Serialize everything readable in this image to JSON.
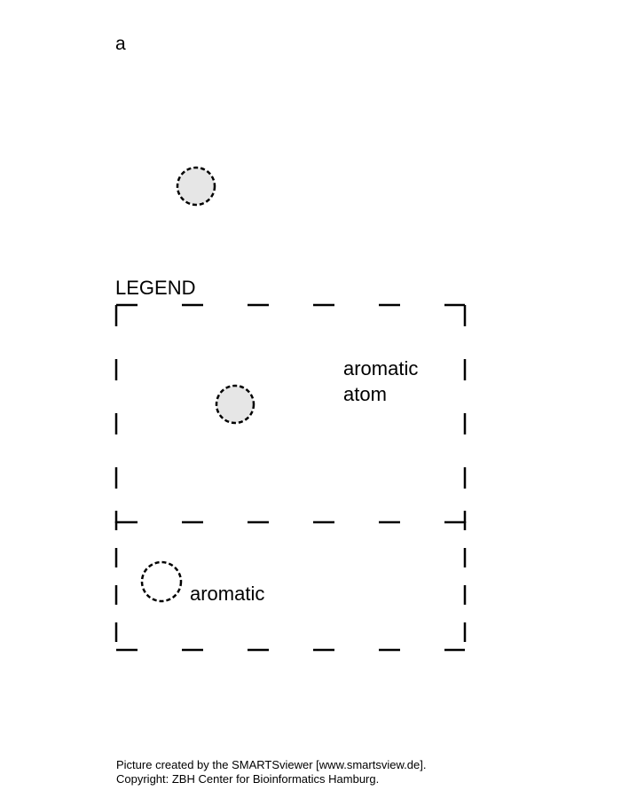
{
  "query_atom_label": "a",
  "legend": {
    "title": "LEGEND",
    "atom_description": "aromatic\natom",
    "ring_description": "aromatic"
  },
  "footer": {
    "line1": "Picture created by the SMARTSviewer [www.smartsview.de].",
    "line2": "Copyright: ZBH Center for Bioinformatics Hamburg."
  },
  "colors": {
    "atom_fill": "#e6e6e6",
    "stroke": "#000000"
  }
}
